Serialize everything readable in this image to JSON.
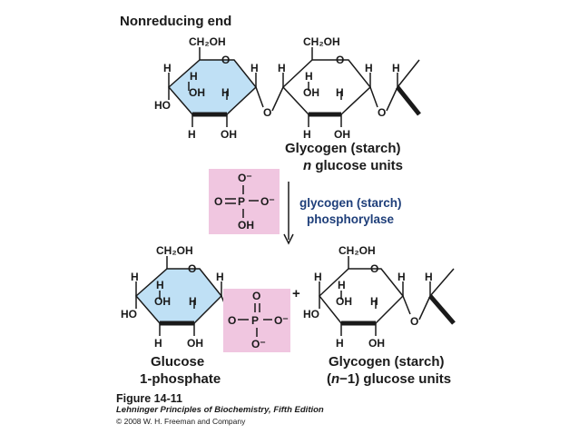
{
  "header": {
    "title": "Nonreducing end"
  },
  "glycogen_top": {
    "ring1": {
      "ch2oh": "CH₂OH",
      "ring_o": "O",
      "h_c5": "H",
      "h_c4": "H",
      "oh_c3": "OH",
      "h_c2": "H",
      "ho_c4": "HO",
      "h_c3": "H",
      "oh_c2": "OH",
      "h_c1": "H"
    },
    "link_o1": "O",
    "ring2": {
      "ch2oh": "CH₂OH",
      "ring_o": "O",
      "h_c5": "H",
      "h_c4": "H",
      "oh_c3": "OH",
      "h_c2": "H",
      "h_c3": "H",
      "oh_c2": "OH",
      "h_c1": "H"
    },
    "link_o2": "O",
    "h_tail": "H",
    "name": "Glycogen (starch)",
    "units_prefix": "n",
    "units_suffix": " glucose units"
  },
  "phosphate": {
    "o_top": "O⁻",
    "o_left": "O",
    "p": "P",
    "o_right": "O⁻",
    "oh": "OH"
  },
  "enzyme": {
    "line1": "glycogen (starch)",
    "line2": "phosphorylase"
  },
  "glucose1p": {
    "ring": {
      "ch2oh": "CH₂OH",
      "ring_o": "O",
      "h_c5": "H",
      "h_c4": "H",
      "oh_c3": "OH",
      "h_c2": "H",
      "ho_c4": "HO",
      "h_c3": "H",
      "oh_c2": "OH",
      "h_c1": "H"
    },
    "phos": {
      "o_top": "O",
      "o_link": "O",
      "p": "P",
      "o_right": "O⁻",
      "o_bottom": "O⁻"
    },
    "name_line1": "Glucose",
    "name_line2": "1-phosphate"
  },
  "plus": "+",
  "glycogen_bottom": {
    "ring": {
      "ch2oh": "CH₂OH",
      "ring_o": "O",
      "h_c5": "H",
      "h_c4": "H",
      "oh_c3": "OH",
      "h_c2": "H",
      "ho_c4": "HO",
      "h_c3": "H",
      "oh_c2": "OH",
      "h_c1": "H"
    },
    "link_o": "O",
    "h_tail": "H",
    "name": "Glycogen (starch)",
    "units_open": "(",
    "units_n": "n",
    "units_minus": "−1) glucose units"
  },
  "caption": {
    "figure": "Figure 14-11",
    "book": "Lehninger Principles of Biochemistry, Fifth Edition",
    "copyright": "© 2008 W. H. Freeman and Company"
  },
  "colors": {
    "ring_fill": "#bfe0f5",
    "phosphate_box": "#f0c6e0",
    "enzyme_text": "#1f3f7a"
  }
}
